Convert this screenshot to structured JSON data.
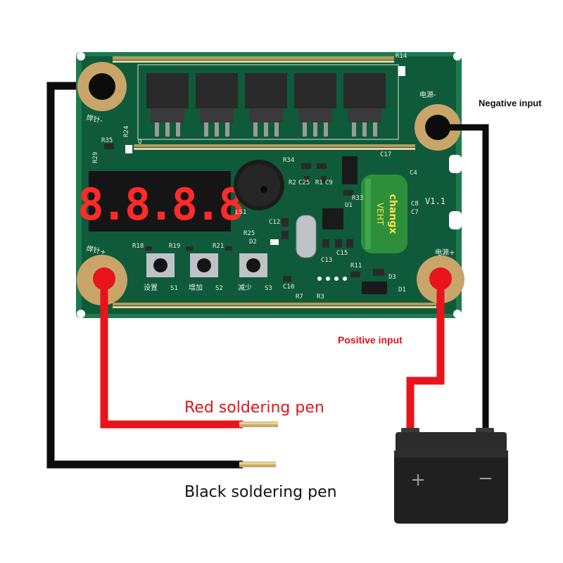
{
  "colors": {
    "pcb": "#0f5a3a",
    "pcb_edge": "#1f7a50",
    "copper_pad": "#c9a56a",
    "wire_red": "#e8141b",
    "wire_black": "#0c0c0c",
    "display_digit": "#ff2a2a",
    "label_red": "#e1141b",
    "battery_body": "#202020"
  },
  "labels": {
    "negative_input": "Negative input",
    "positive_input": "Positive input",
    "red_pen": "Red soldering pen",
    "black_pen": "Black soldering pen"
  },
  "board": {
    "version": "V1.1",
    "display_text": "8.8.8.8",
    "pen_minus": "焊针-",
    "pen_plus": "焊针+",
    "power_minus": "电源-",
    "power_plus": "电源+",
    "buttons": [
      {
        "cn": "设置",
        "ref": "S1"
      },
      {
        "cn": "增加",
        "ref": "S2"
      },
      {
        "cn": "减少",
        "ref": "S3"
      }
    ],
    "capacitor_brand": "changx",
    "capacitor_series": "VEHT",
    "component_refs": {
      "r14": "R14",
      "r24": "R24",
      "r35": "R35",
      "r29": "R29",
      "q": "Q",
      "r34": "R34",
      "c17": "C17",
      "c4": "C4",
      "c25": "C25",
      "r2": "R2",
      "r1": "R1",
      "c9": "C9",
      "r33": "R33",
      "c8": "C8",
      "c7": "C7",
      "ls1": "LS1",
      "c12": "C12",
      "r25": "R25",
      "d2": "D2",
      "u1": "U1",
      "r18": "R18",
      "r19": "R19",
      "r21": "R21",
      "c13": "C13",
      "c15": "C15",
      "r11": "R11",
      "d3": "D3",
      "d1": "D1",
      "c10": "C10",
      "r7": "R7",
      "r3": "R3"
    }
  },
  "battery": {
    "plus": "+",
    "minus": "−"
  }
}
